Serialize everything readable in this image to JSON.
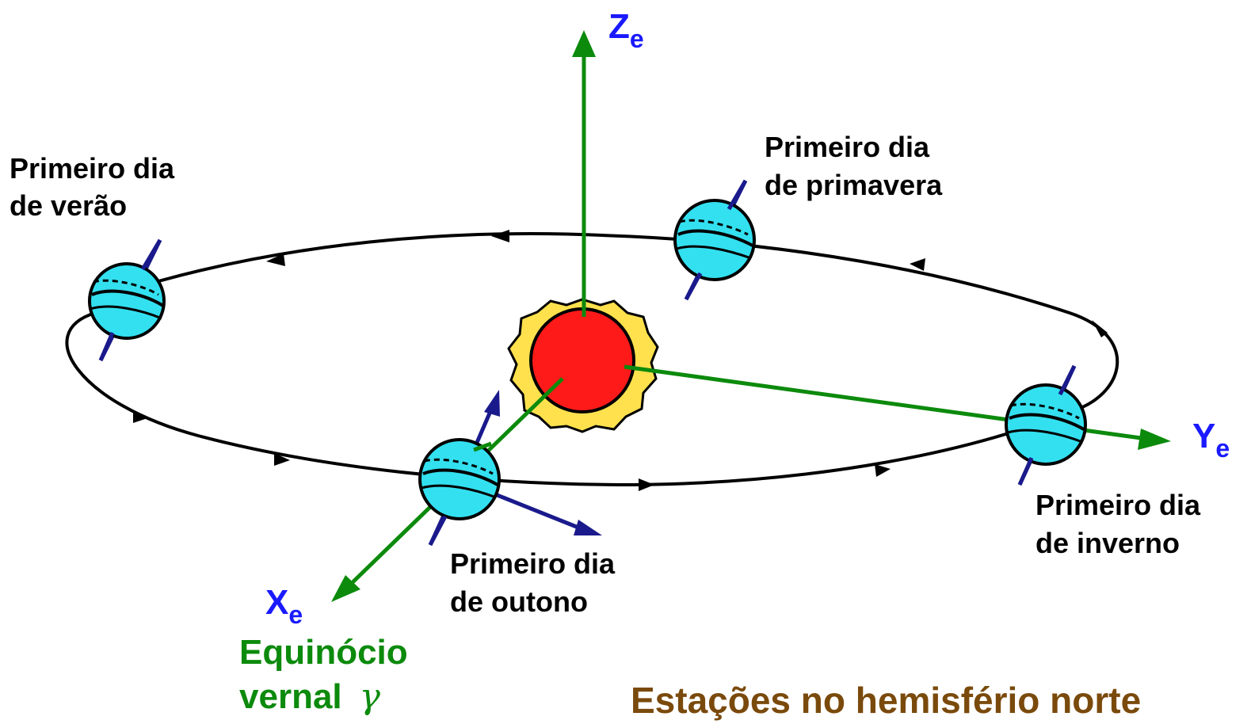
{
  "axes": {
    "z": {
      "letter": "Z",
      "subscript": "e"
    },
    "y": {
      "letter": "Y",
      "subscript": "e"
    },
    "x": {
      "letter": "X",
      "subscript": "e"
    }
  },
  "seasons": {
    "summer": {
      "line1": "Primeiro dia",
      "line2": "de verão"
    },
    "spring": {
      "line1": "Primeiro dia",
      "line2": "de primavera"
    },
    "winter": {
      "line1": "Primeiro dia",
      "line2": "de inverno"
    },
    "autumn": {
      "line1": "Primeiro dia",
      "line2": "de outono"
    }
  },
  "equinox": {
    "line1": "Equinócio",
    "line2": "vernal",
    "symbol": "γ"
  },
  "title": "Estações no hemisfério norte",
  "colors": {
    "axis_green": "#0c8a0c",
    "axis_label_blue": "#1a1aff",
    "planet_axis_blue": "#1a1a8c",
    "earth_fill": "#33e0f0",
    "sun_core": "#ff1a1a",
    "sun_halo": "#ffe14d",
    "title_brown": "#7a4a0c",
    "orbit": "#000000"
  }
}
